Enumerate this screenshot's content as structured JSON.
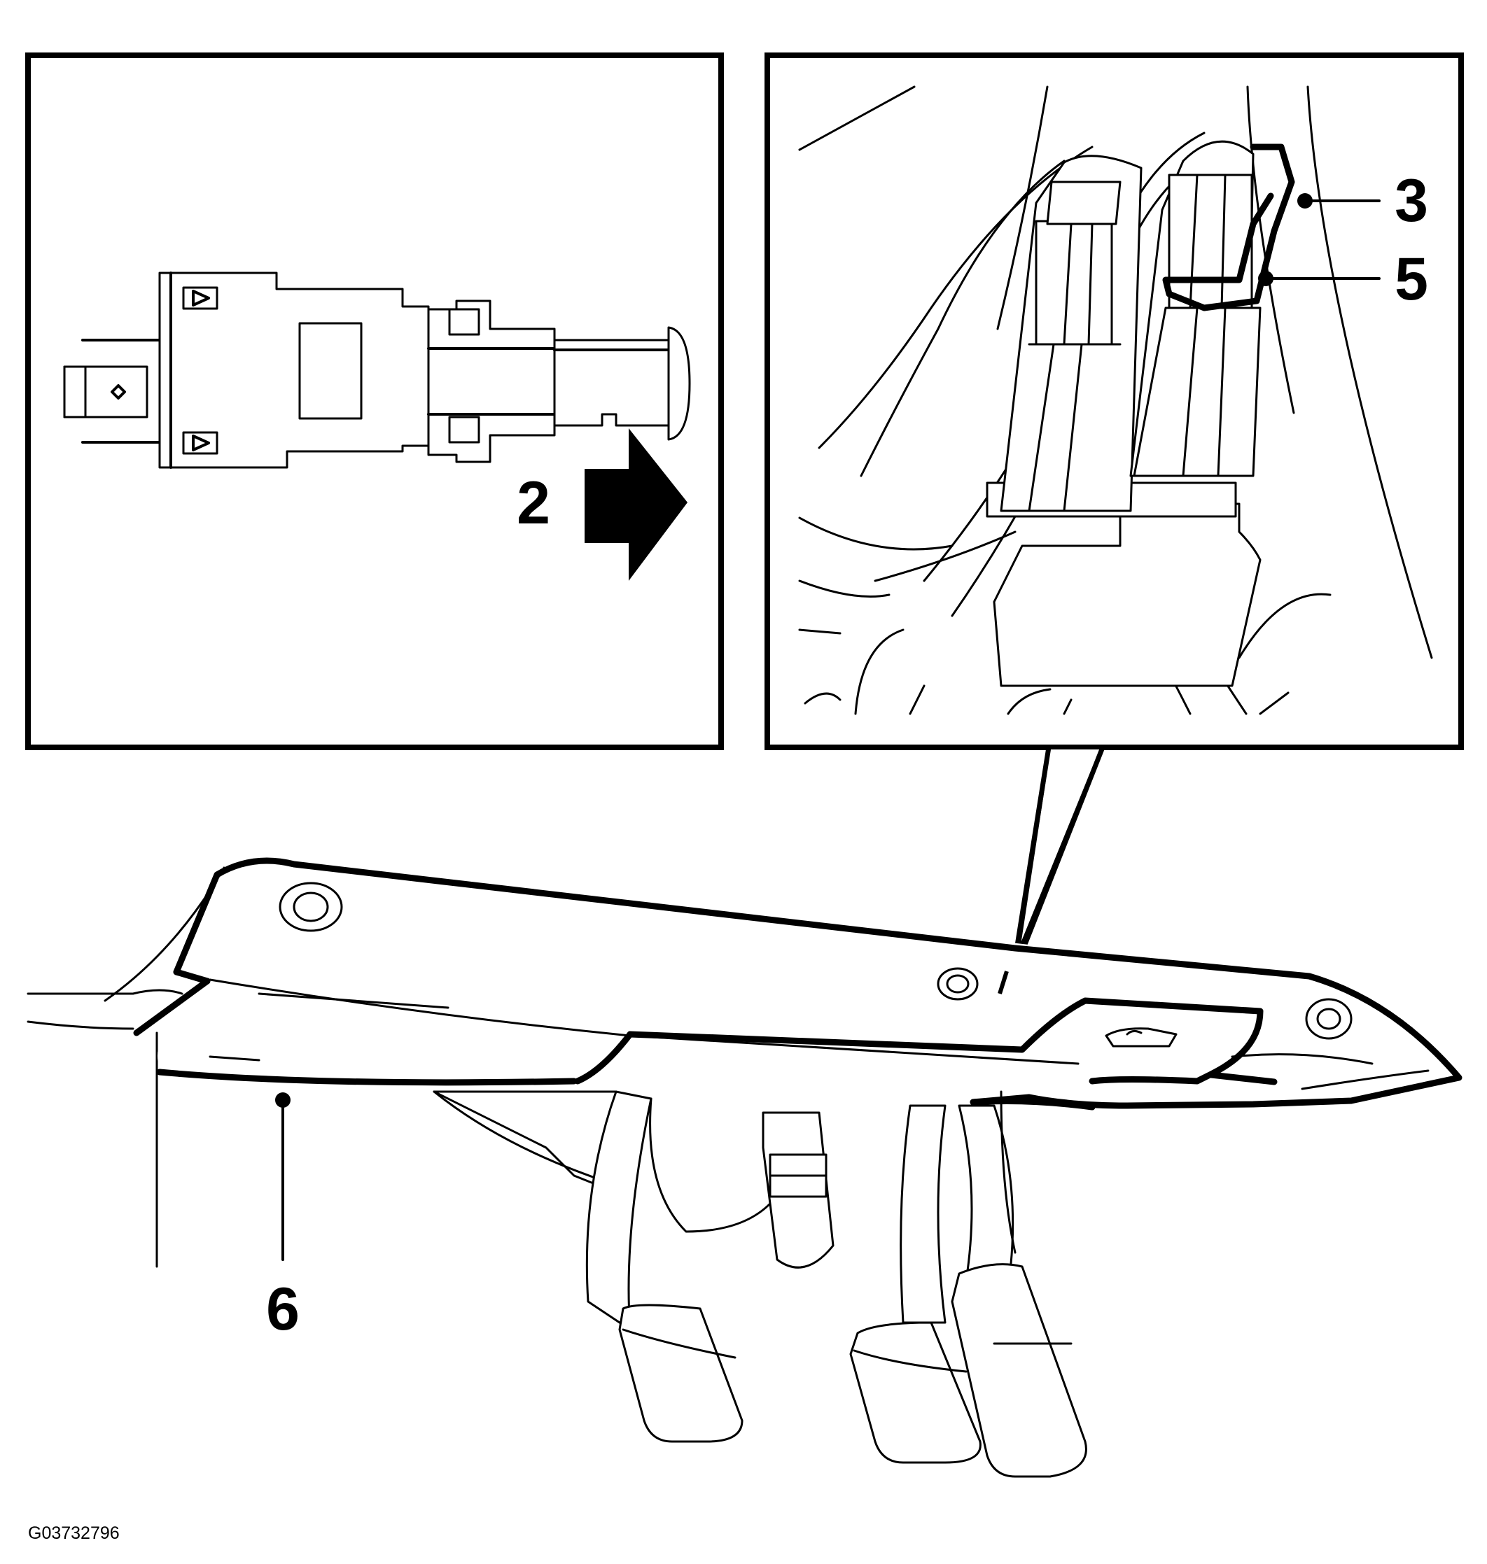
{
  "callouts": {
    "label_2": "2",
    "label_3": "3",
    "label_5": "5",
    "label_6": "6"
  },
  "figure_id": "G03732796"
}
